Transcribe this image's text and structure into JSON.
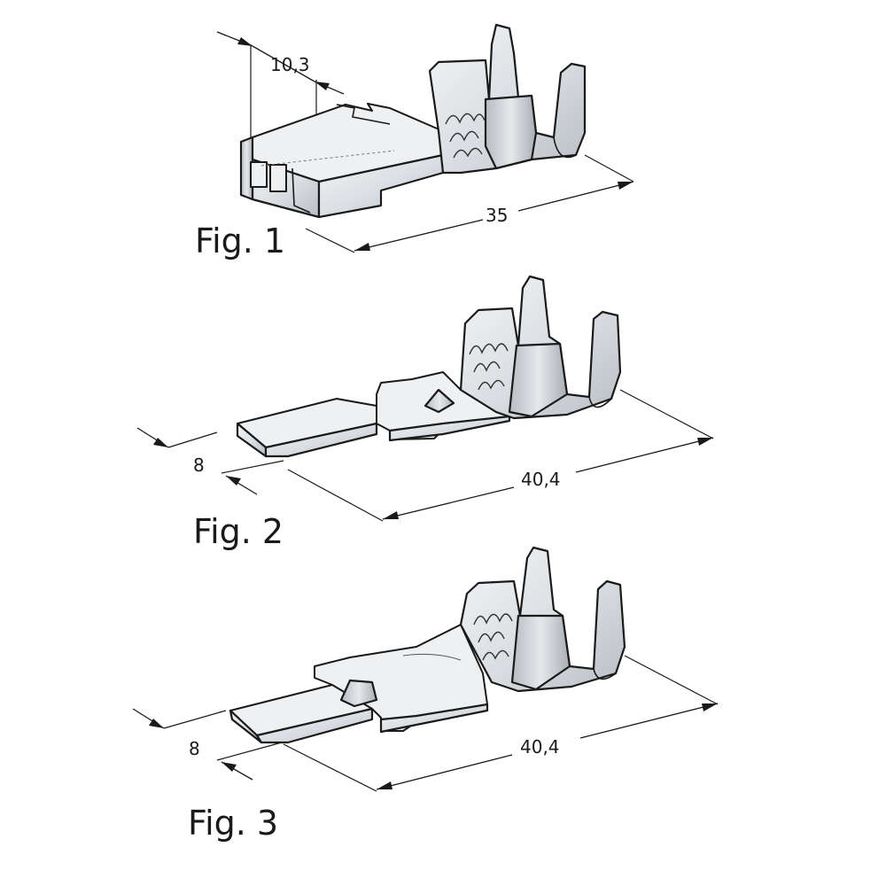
{
  "figures": [
    {
      "id": "fig1",
      "label": "Fig. 1",
      "dimensions": [
        "10,3",
        "35"
      ]
    },
    {
      "id": "fig2",
      "label": "Fig. 2",
      "dimensions": [
        "8",
        "40,4"
      ]
    },
    {
      "id": "fig3",
      "label": "Fig. 3",
      "dimensions": [
        "8",
        "40,4"
      ]
    }
  ],
  "colors": {
    "metal_light": "#eef0f2",
    "metal_mid": "#c9cdd2",
    "line": "#1a1a1a"
  }
}
